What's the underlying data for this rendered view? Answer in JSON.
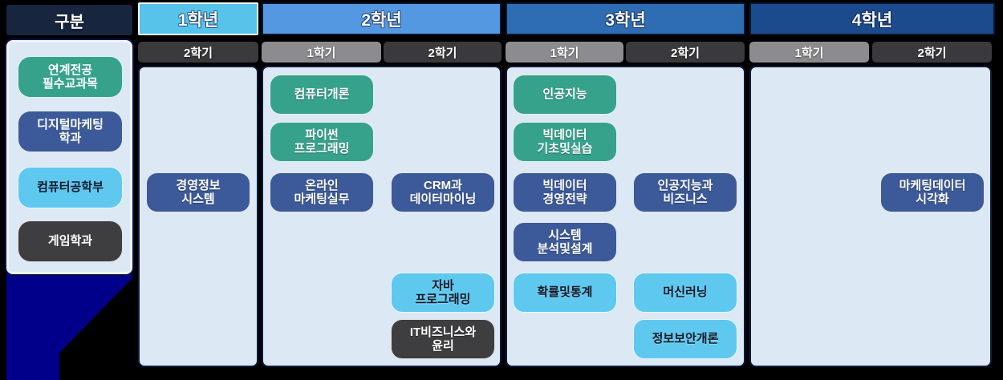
{
  "title_header": {
    "label": "구분"
  },
  "colors": {
    "canvas_bg": "#000000",
    "navy_accent": "#00008B",
    "panel_bg": "#DCE8F4",
    "panel_border": "#0E1B3E",
    "gubun_header_bg": "#18253F",
    "sem_first_bg": "#8C8C8E",
    "sem_second_bg": "#3A3A3C"
  },
  "categories": {
    "linked_required": {
      "label": "연계전공\n필수교과목",
      "color": "#36A28C",
      "text_color": "#FFFFFF"
    },
    "digital_marketing": {
      "label": "디지털마케팅\n학과",
      "color": "#3C5A99",
      "text_color": "#FFFFFF"
    },
    "computer_eng": {
      "label": "컴퓨터공학부",
      "color": "#5FC8EF",
      "text_color": "#101826"
    },
    "game": {
      "label": "게임학과",
      "color": "#3E3E40",
      "text_color": "#FFFFFF"
    }
  },
  "legend_order": [
    "linked_required",
    "digital_marketing",
    "computer_eng",
    "game"
  ],
  "years": [
    {
      "label": "1학년",
      "header_color": "#57C3EB",
      "semesters": [
        {
          "label": "2학기",
          "tone": "second"
        }
      ],
      "courses": [
        {
          "label": "경영정보\n시스템",
          "category": "digital_marketing",
          "semester": 0,
          "row": 2
        }
      ]
    },
    {
      "label": "2학년",
      "header_color": "#5598E2",
      "semesters": [
        {
          "label": "1학기",
          "tone": "first"
        },
        {
          "label": "2학기",
          "tone": "second"
        }
      ],
      "courses": [
        {
          "label": "컴퓨터개론",
          "category": "linked_required",
          "semester": 0,
          "row": 0
        },
        {
          "label": "파이썬\n프로그래밍",
          "category": "linked_required",
          "semester": 0,
          "row": 1
        },
        {
          "label": "온라인\n마케팅실무",
          "category": "digital_marketing",
          "semester": 0,
          "row": 2
        },
        {
          "label": "CRM과\n데이터마이닝",
          "category": "digital_marketing",
          "semester": 1,
          "row": 2
        },
        {
          "label": "자바\n프로그래밍",
          "category": "computer_eng",
          "semester": 1,
          "row": 4
        },
        {
          "label": "IT비즈니스와\n윤리",
          "category": "game",
          "semester": 1,
          "row": 5
        }
      ]
    },
    {
      "label": "3학년",
      "header_color": "#2E6DB4",
      "semesters": [
        {
          "label": "1학기",
          "tone": "first"
        },
        {
          "label": "2학기",
          "tone": "second"
        }
      ],
      "courses": [
        {
          "label": "인공지능",
          "category": "linked_required",
          "semester": 0,
          "row": 0
        },
        {
          "label": "빅데이터\n기초및실습",
          "category": "linked_required",
          "semester": 0,
          "row": 1
        },
        {
          "label": "빅데이터\n경영전략",
          "category": "digital_marketing",
          "semester": 0,
          "row": 2
        },
        {
          "label": "시스템\n분석및설계",
          "category": "digital_marketing",
          "semester": 0,
          "row": 3
        },
        {
          "label": "확률및통계",
          "category": "computer_eng",
          "semester": 0,
          "row": 4
        },
        {
          "label": "인공지능과\n비즈니스",
          "category": "digital_marketing",
          "semester": 1,
          "row": 2
        },
        {
          "label": "머신러닝",
          "category": "computer_eng",
          "semester": 1,
          "row": 4
        },
        {
          "label": "정보보안개론",
          "category": "computer_eng",
          "semester": 1,
          "row": 5
        }
      ]
    },
    {
      "label": "4학년",
      "header_color": "#1C4B8D",
      "semesters": [
        {
          "label": "1학기",
          "tone": "first"
        },
        {
          "label": "2학기",
          "tone": "second"
        }
      ],
      "courses": [
        {
          "label": "마케팅데이터\n시각화",
          "category": "digital_marketing",
          "semester": 1,
          "row": 2
        }
      ]
    }
  ]
}
